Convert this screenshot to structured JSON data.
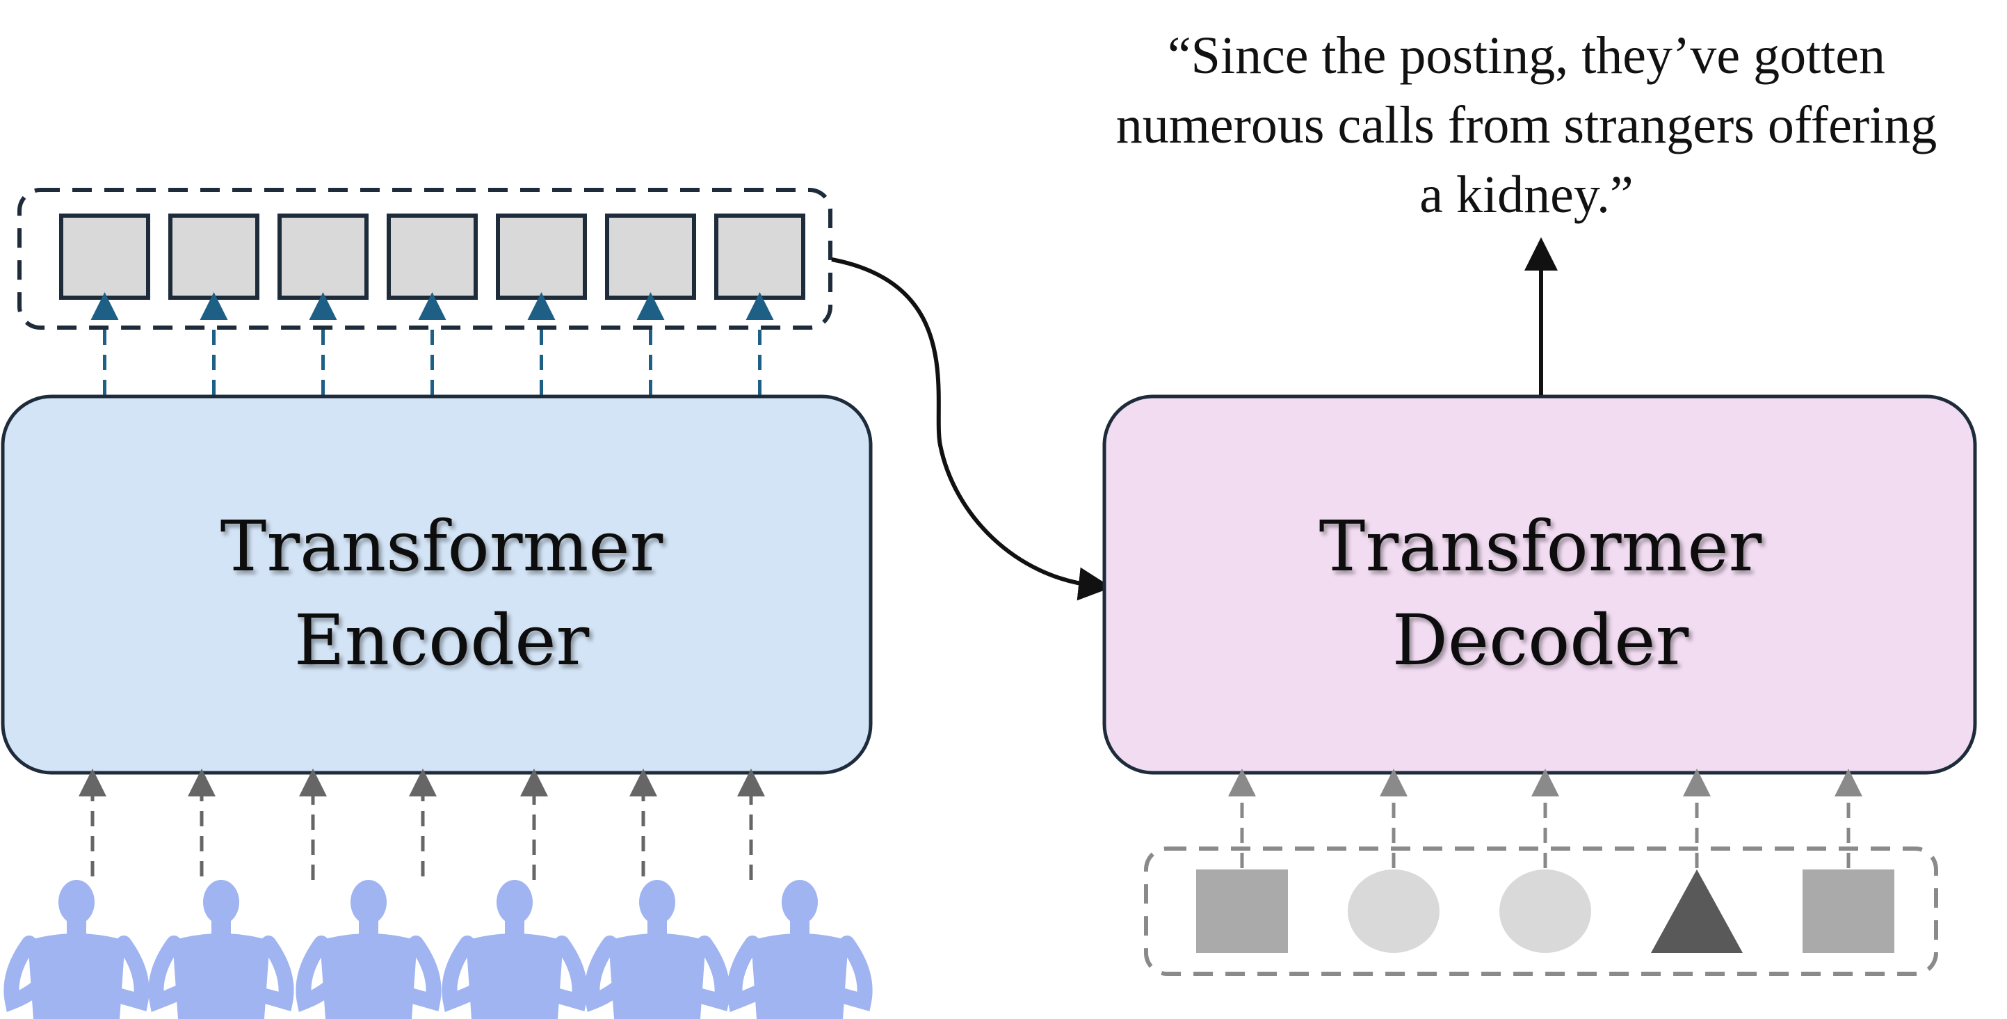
{
  "encoder": {
    "label_line1": "Transformer",
    "label_line2": "Encoder",
    "fill_color": "#d3e4f6",
    "embedding_count": 7
  },
  "decoder": {
    "label_line1": "Transformer",
    "label_line2": "Decoder",
    "fill_color": "#f2dcf2"
  },
  "output_text": {
    "line1": "“Since the posting, they’ve gotten",
    "line2": "numerous calls from strangers offering",
    "line3": "a kidney.”"
  },
  "decoder_input_tokens": [
    {
      "shape": "square",
      "color": "#aaaaaa"
    },
    {
      "shape": "ellipse",
      "color": "#d9d9d9"
    },
    {
      "shape": "ellipse",
      "color": "#d9d9d9"
    },
    {
      "shape": "triangle",
      "color": "#595959"
    },
    {
      "shape": "square",
      "color": "#aaaaaa"
    }
  ],
  "sign_frames": {
    "count": 6,
    "figure_color": "#9fb4f0",
    "icon": "signing-body-figure-icon"
  },
  "colors": {
    "outline": "#1d2b3a",
    "embedding_fill": "#d9d9d9",
    "embedding_arrow": "#1e5f86",
    "input_arrow": "#666666",
    "decoder_arrow": "#888888"
  }
}
